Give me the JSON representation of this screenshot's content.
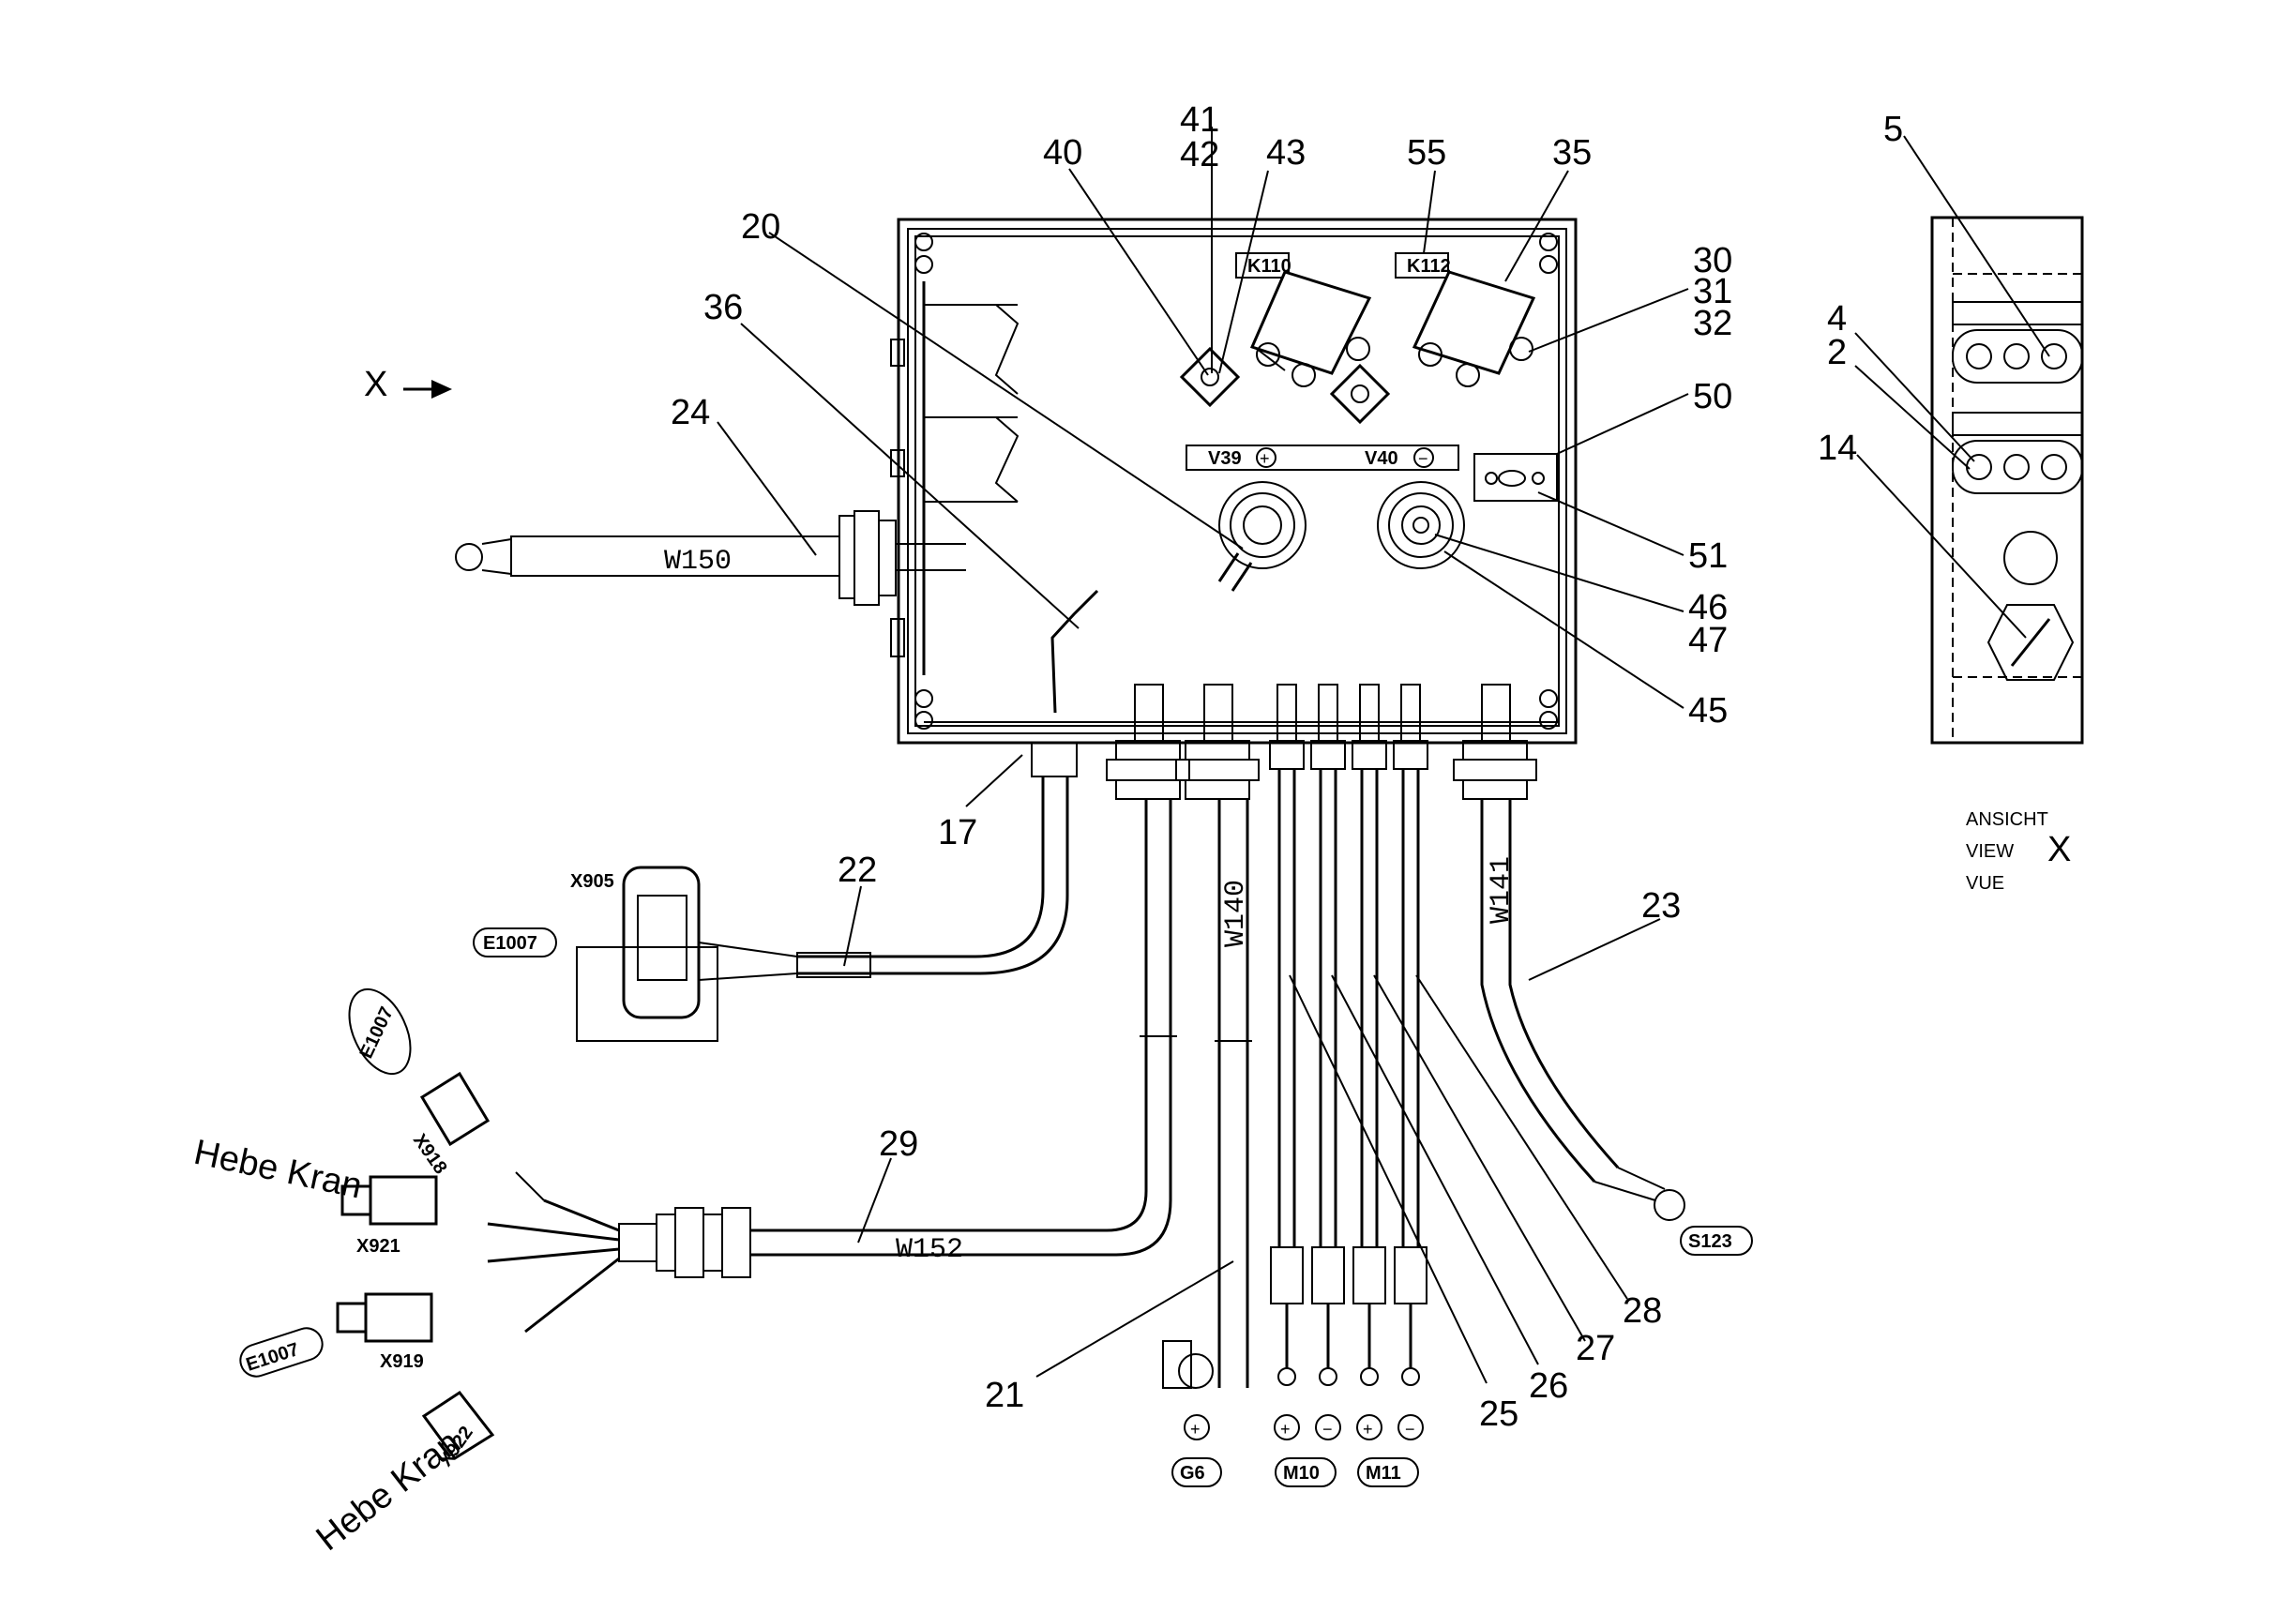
{
  "view_arrow_label": "X",
  "callouts": {
    "c41": "41",
    "c42": "42",
    "c40": "40",
    "c43": "43",
    "c55": "55",
    "c35": "35",
    "c20": "20",
    "c36": "36",
    "c30": "30",
    "c31": "31",
    "c32": "32",
    "c50": "50",
    "c24": "24",
    "c51": "51",
    "c46": "46",
    "c47": "47",
    "c45": "45",
    "c17": "17",
    "c22": "22",
    "c23": "23",
    "c29": "29",
    "c21": "21",
    "c25": "25",
    "c26": "26",
    "c27": "27",
    "c28": "28",
    "c5": "5",
    "c4": "4",
    "c2": "2",
    "c14": "14"
  },
  "relays": {
    "k110": "K110",
    "k112": "K112"
  },
  "terminals": {
    "v39": "V39",
    "v40": "V40"
  },
  "cables": {
    "w150": "W150",
    "w140": "W140",
    "w141": "W141",
    "w152": "W152"
  },
  "connectors": {
    "x905": "X905",
    "e1007_a": "E1007",
    "e1007_b": "E1007",
    "e1007_c": "E1007",
    "x918": "X918",
    "x921": "X921",
    "x919": "X919",
    "x922": "X922",
    "hebe_kran_1": "Hebe Kran",
    "hebe_kran_2": "Hebe Kran"
  },
  "destinations": {
    "g6": "G6",
    "m10": "M10",
    "m11": "M11",
    "s123": "S123"
  },
  "view_caption": {
    "line1": "ANSICHT",
    "line2": "VIEW",
    "line3": "VUE",
    "letter": "X"
  }
}
